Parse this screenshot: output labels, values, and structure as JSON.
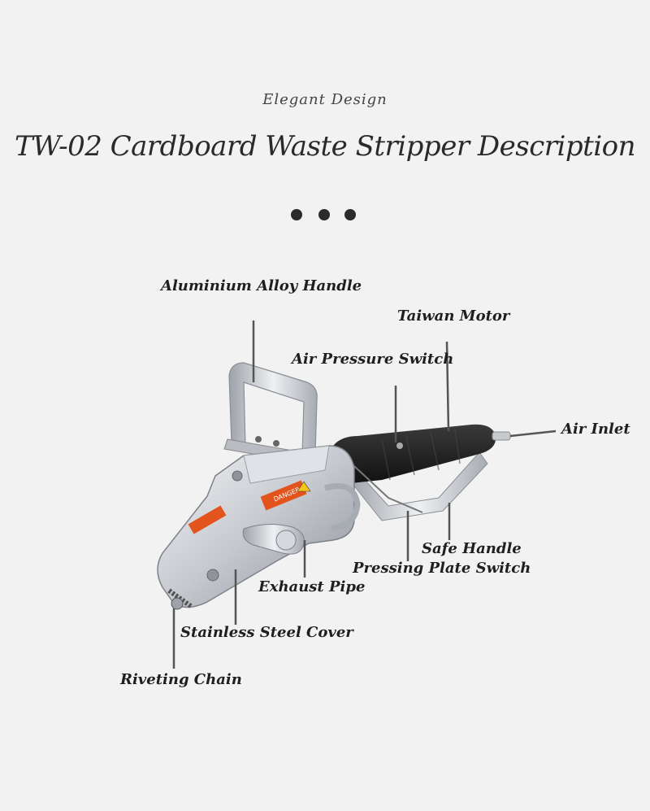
{
  "header": {
    "subtitle": "Elegant Design",
    "title": "TW-02 Cardboard Waste Stripper  Description"
  },
  "labels": {
    "aluminium_alloy_handle": "Aluminium Alloy Handle",
    "taiwan_motor": "Taiwan Motor",
    "air_pressure_switch": "Air Pressure Switch",
    "air_inlet": "Air Inlet",
    "safe_handle": "Safe Handle",
    "pressing_plate_switch": "Pressing Plate Switch",
    "exhaust_pipe": "Exhaust Pipe",
    "stainless_steel_cover": "Stainless Steel Cover",
    "riveting_chain": "Riveting Chain"
  },
  "product": {
    "warning_text": "DANGER"
  },
  "colors": {
    "background": "#f2f2f2",
    "text": "#1f1f1f",
    "leader_line": "#555555",
    "steel": "#c9ccd1",
    "grip": "#1c1c1c",
    "warning": "#e2541c"
  }
}
